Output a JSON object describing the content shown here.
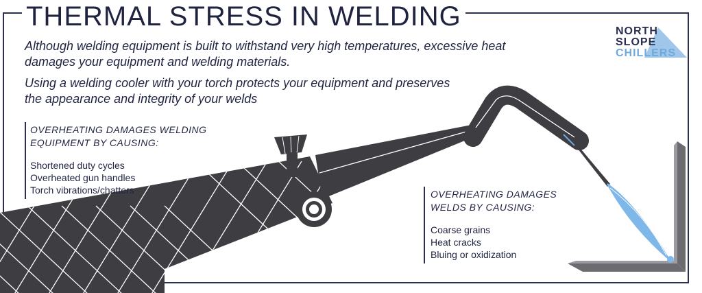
{
  "title": "THERMAL STRESS IN WELDING",
  "intro": [
    "Although welding equipment is built to withstand very high temperatures, excessive heat damages your equipment and welding materials.",
    "Using a welding cooler with your torch protects your equipment and preserves the appearance and integrity of your welds"
  ],
  "logo": {
    "line1": "NORTH",
    "line2": "SLOPE",
    "line3": "CHILLERS"
  },
  "equipment_box": {
    "heading": "OVERHEATING DAMAGES WELDING EQUIPMENT BY CAUSING:",
    "items": [
      "Shortened duty cycles",
      "Overheated gun handles",
      "Torch vibrations/chatters"
    ]
  },
  "welds_box": {
    "heading": "OVERHEATING DAMAGES WELDS BY CAUSING:",
    "items": [
      "Coarse grains",
      "Heat cracks",
      "Bluing or oxidization"
    ]
  },
  "colors": {
    "navy": "#2a2f52",
    "torch": "#3d3d42",
    "flame": "#7fb7e8",
    "metal": "#6b6b70"
  }
}
